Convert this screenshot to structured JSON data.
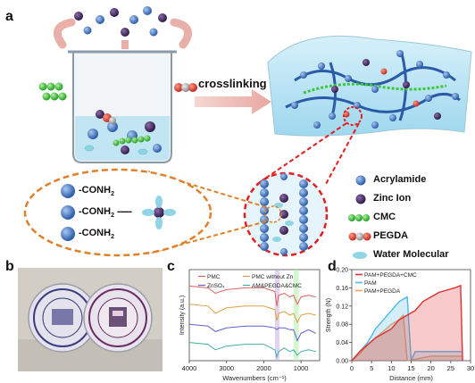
{
  "panels": {
    "a": {
      "label": "a",
      "arrow_text": "crosslinking",
      "group_labels": [
        "-CONH",
        "-CONH",
        "-CONH"
      ],
      "group_sub": "2",
      "bond_dots": "------",
      "legend": [
        {
          "label": "Acrylamide",
          "icon": "blue-sphere"
        },
        {
          "label": "Zinc Ion",
          "icon": "purple-sphere"
        },
        {
          "label": "CMC",
          "icon": "green-beads"
        },
        {
          "label": "PEGDA",
          "icon": "red-grey-molecule"
        },
        {
          "label": "Water Molecular",
          "icon": "cyan-ellipse"
        }
      ]
    },
    "b": {
      "label": "b"
    },
    "c": {
      "label": "c",
      "ylabel": "Intensity (a.u.)",
      "xlabel": "Wavenumbers (cm⁻¹)",
      "ticks": [
        "4000",
        "3000",
        "2000",
        "1000"
      ],
      "legend": [
        "PMC",
        "PMC without Zn",
        "ZnSO₄",
        "AM&PEGDA&CMC"
      ]
    },
    "d": {
      "label": "d",
      "ylabel": "Strength (N)",
      "xlabel": "Distance (mm)",
      "yticks": [
        "0.00",
        "0.04",
        "0.08",
        "0.12",
        "0.16",
        "0.20"
      ],
      "xticks": [
        "0",
        "5",
        "10",
        "15",
        "20",
        "25",
        "30"
      ],
      "legend": [
        "PAM+PEGDA+CMC",
        "PAM",
        "PAM+PEGDA"
      ]
    }
  },
  "colors": {
    "acrylamide": "#3a6fc0",
    "zinc": "#4b2d6b",
    "cmc": "#3cc83c",
    "pegda_red": "#d93a2b",
    "water": "#8fd5e6",
    "orange_dash": "#e0802a",
    "red_dash": "#e02020"
  },
  "chart_data": [
    {
      "type": "line",
      "panel": "c",
      "xlabel": "Wavenumbers (cm⁻¹)",
      "ylabel": "Intensity (a.u.)",
      "xlim": [
        4000,
        500
      ],
      "series": [
        {
          "name": "PMC",
          "color": "#e06060",
          "x": [
            4000,
            3500,
            3300,
            3000,
            2500,
            2000,
            1700,
            1650,
            1600,
            1450,
            1300,
            1200,
            1100,
            1000,
            800,
            600
          ],
          "y": [
            0.82,
            0.8,
            0.74,
            0.78,
            0.8,
            0.8,
            0.76,
            0.6,
            0.72,
            0.74,
            0.7,
            0.72,
            0.62,
            0.7,
            0.72,
            0.7
          ]
        },
        {
          "name": "PMC without Zn",
          "color": "#e0a040",
          "x": [
            4000,
            3500,
            3300,
            3000,
            2500,
            2000,
            1700,
            1650,
            1600,
            1450,
            1300,
            1200,
            1100,
            1000,
            800,
            600
          ],
          "y": [
            0.62,
            0.6,
            0.52,
            0.58,
            0.6,
            0.6,
            0.56,
            0.44,
            0.52,
            0.54,
            0.5,
            0.52,
            0.42,
            0.5,
            0.52,
            0.5
          ]
        },
        {
          "name": "ZnSO₄",
          "color": "#6060d0",
          "x": [
            4000,
            3500,
            3300,
            3000,
            2500,
            2000,
            1700,
            1650,
            1600,
            1450,
            1300,
            1200,
            1100,
            1000,
            800,
            600
          ],
          "y": [
            0.4,
            0.38,
            0.32,
            0.36,
            0.38,
            0.38,
            0.36,
            0.34,
            0.36,
            0.36,
            0.34,
            0.34,
            0.22,
            0.3,
            0.34,
            0.3
          ]
        },
        {
          "name": "AM&PEGDA&CMC",
          "color": "#40b0a0",
          "x": [
            4000,
            3500,
            3300,
            3000,
            2500,
            2000,
            1700,
            1650,
            1600,
            1450,
            1300,
            1200,
            1100,
            1000,
            800,
            600
          ],
          "y": [
            0.2,
            0.18,
            0.12,
            0.16,
            0.18,
            0.18,
            0.12,
            0.04,
            0.1,
            0.14,
            0.1,
            0.12,
            0.06,
            0.1,
            0.12,
            0.1
          ]
        }
      ]
    },
    {
      "type": "line",
      "panel": "d",
      "xlabel": "Distance (mm)",
      "ylabel": "Strength (N)",
      "xlim": [
        0,
        30
      ],
      "ylim": [
        0,
        0.2
      ],
      "series": [
        {
          "name": "PAM+PEGDA+CMC",
          "color": "#e03030",
          "x": [
            0,
            2,
            4,
            6,
            8,
            10,
            12,
            14,
            16,
            18,
            20,
            22,
            24,
            26,
            27.5,
            28
          ],
          "y": [
            0,
            0.02,
            0.035,
            0.05,
            0.06,
            0.07,
            0.09,
            0.1,
            0.11,
            0.13,
            0.14,
            0.15,
            0.155,
            0.16,
            0.165,
            0.0
          ]
        },
        {
          "name": "PAM",
          "color": "#50b8e8",
          "x": [
            0,
            2,
            4,
            6,
            8,
            10,
            12,
            14,
            15,
            16,
            20,
            25,
            28
          ],
          "y": [
            0,
            0.02,
            0.04,
            0.07,
            0.09,
            0.11,
            0.13,
            0.14,
            0.0,
            0.02,
            0.02,
            0.02,
            0.02
          ]
        },
        {
          "name": "PAM+PEGDA",
          "color": "#f0a060",
          "x": [
            0,
            2,
            4,
            6,
            8,
            10,
            12,
            13,
            14,
            20,
            25,
            28
          ],
          "y": [
            0,
            0.015,
            0.035,
            0.05,
            0.065,
            0.08,
            0.09,
            0.1,
            0.0,
            0.01,
            0.01,
            0.01
          ]
        }
      ]
    }
  ]
}
